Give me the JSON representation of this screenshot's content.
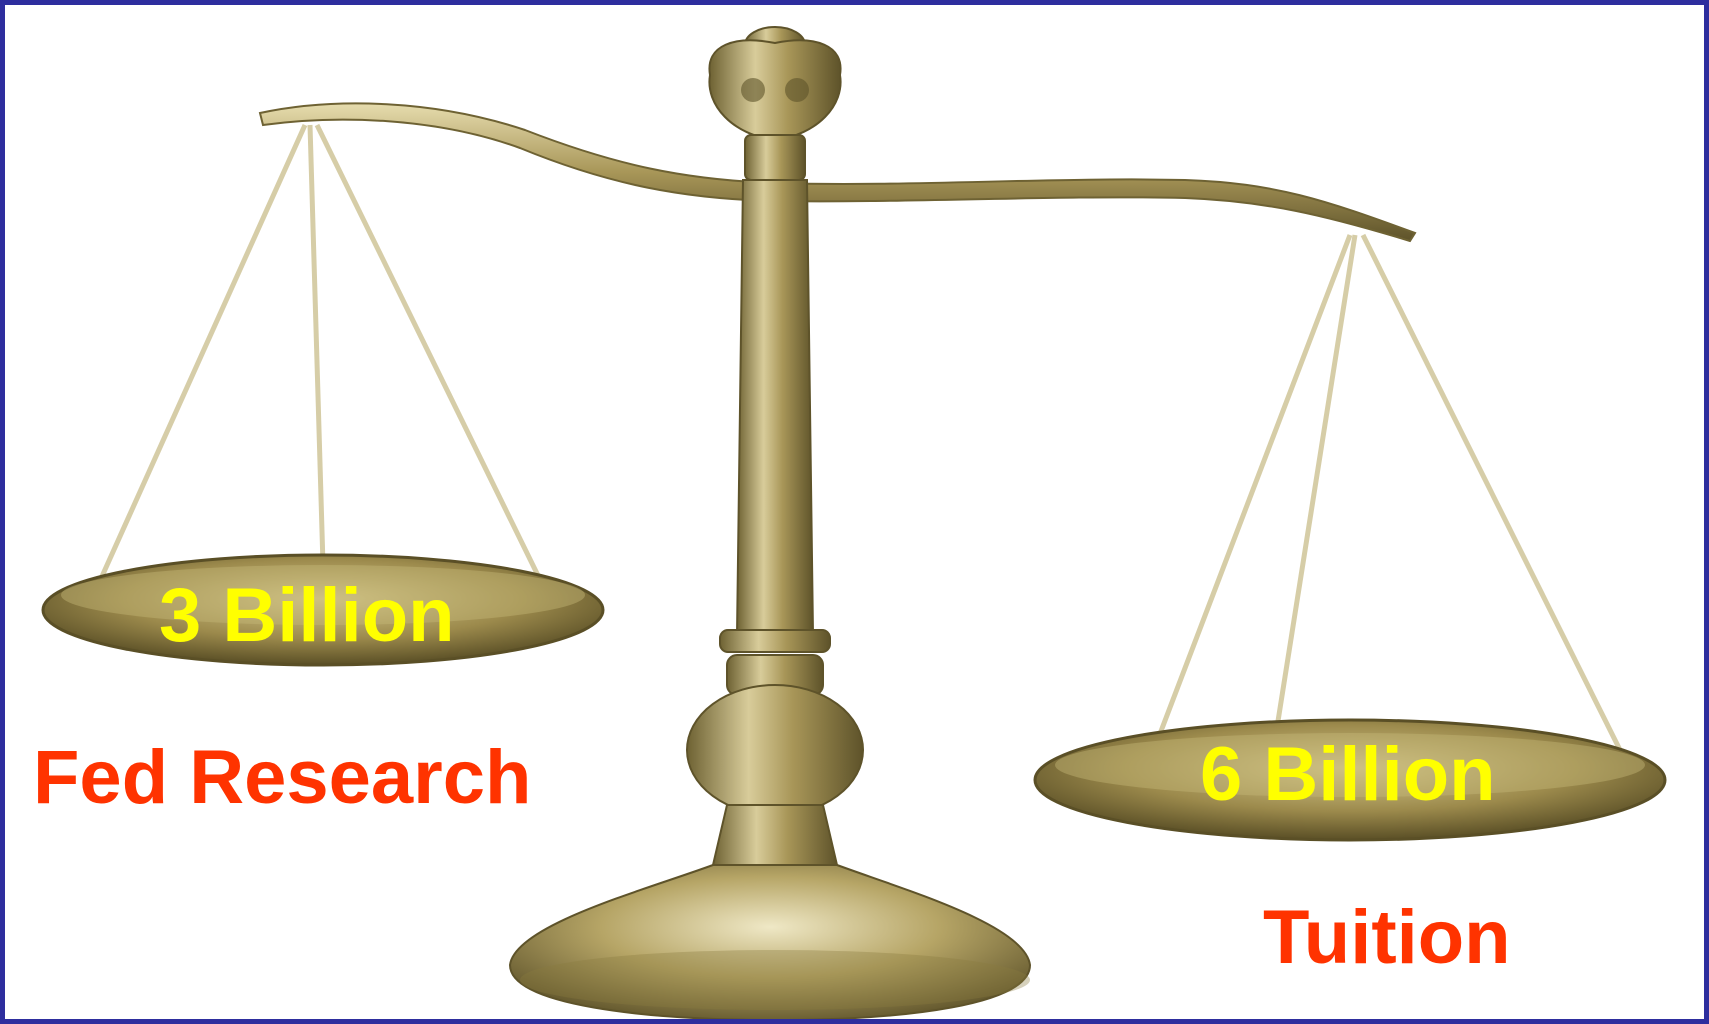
{
  "left_pan": {
    "amount": "3 Billion",
    "caption": "Fed Research"
  },
  "right_pan": {
    "amount": "6 Billion",
    "caption": "Tuition"
  },
  "colors": {
    "border": "#2e2e9e",
    "amount_text": "#ffff00",
    "caption_text": "#ff3300",
    "brass": "#a89658"
  },
  "illustration": "balance-scale"
}
